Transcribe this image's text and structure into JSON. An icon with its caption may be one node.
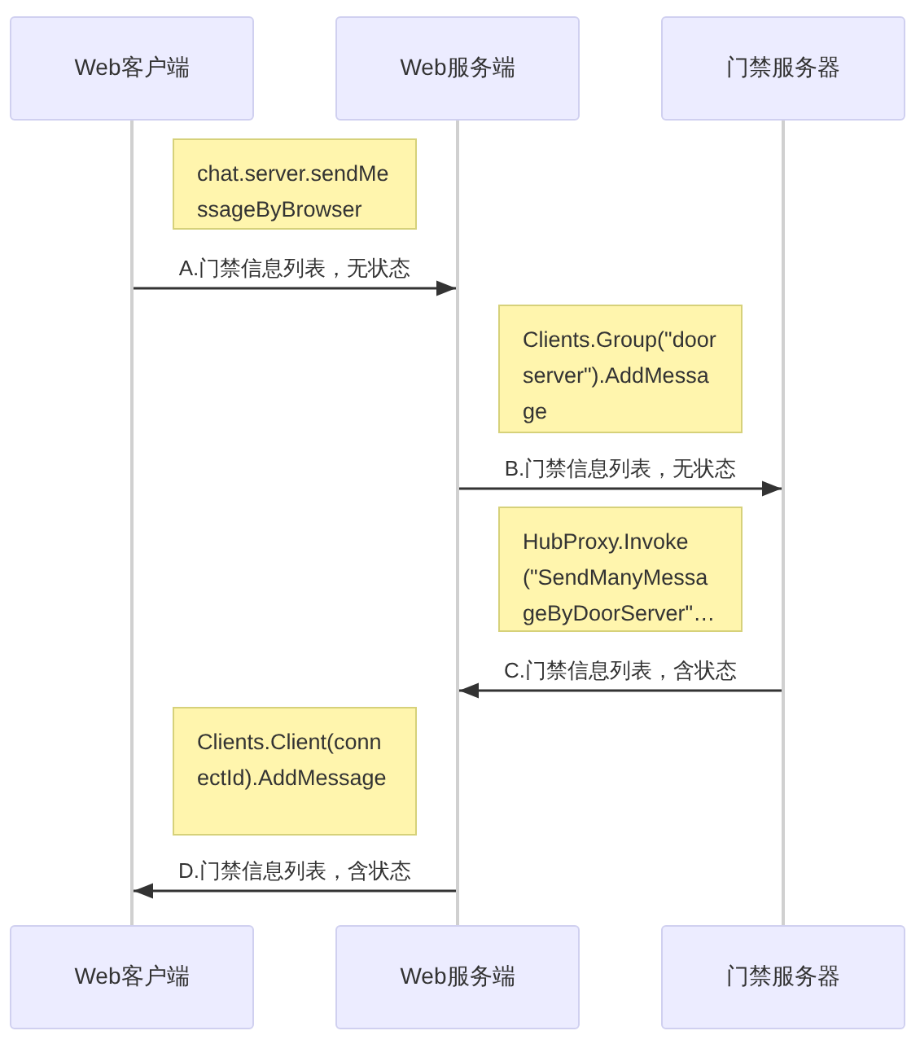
{
  "diagram": {
    "nodes": [
      {
        "text": [
          "Web客户端"
        ]
      },
      {
        "text": [
          "Web服务端"
        ]
      },
      {
        "text": [
          "门禁服务器"
        ]
      },
      {
        "text": [],
        "shape": "bar"
      },
      {
        "text": [],
        "shape": "bar"
      },
      {
        "text": [],
        "shape": "bar"
      },
      {
        "text": [
          "chat.server.sendMessageByBrowser"
        ]
      },
      {
        "text": [
          "Clients.Group(\"doorserver\").AddMessage"
        ]
      },
      {
        "text": [
          "HubProxy.Invoke(\"SendManyMessageByDoorServer\"…"
        ]
      },
      {
        "text": [
          "Clients.Client(connectId).AddMessage"
        ]
      },
      {
        "text": [
          "Web客户端"
        ]
      },
      {
        "text": [
          "Web服务端"
        ]
      },
      {
        "text": [
          "门禁服务器"
        ]
      }
    ],
    "edges": [
      {
        "from": 3,
        "to": 4,
        "arrow": "to",
        "label": "A.门禁信息列表，无状态"
      },
      {
        "from": 4,
        "to": 5,
        "arrow": "to",
        "label": "B.门禁信息列表，无状态"
      },
      {
        "from": 5,
        "to": 4,
        "arrow": "to",
        "label": "C.门禁信息列表，含状态"
      },
      {
        "from": 4,
        "to": 3,
        "arrow": "to",
        "label": "D.门禁信息列表，含状态"
      }
    ]
  }
}
